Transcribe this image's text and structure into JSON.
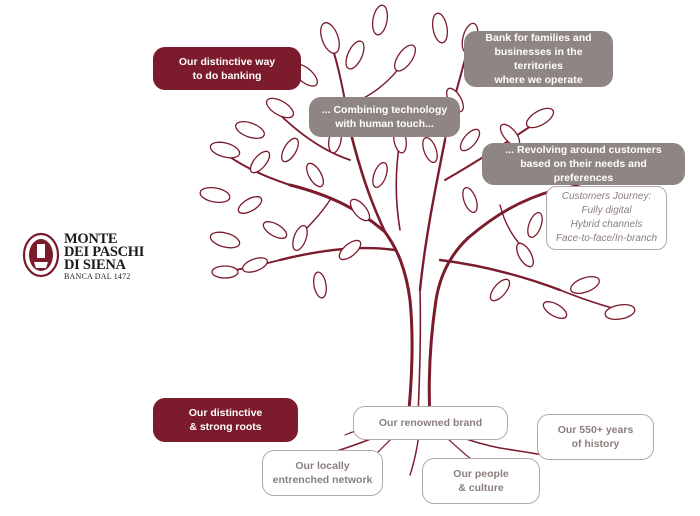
{
  "logo": {
    "line1": "MONTE",
    "line2": "DEI PASCHI",
    "line3": "DI SIENA",
    "line4": "BANCA DAL 1472"
  },
  "canopy": {
    "distinctive_way": "Our distinctive way\nto do banking",
    "combining_tech": "... Combining technology\nwith human touch...",
    "bank_families": "Bank for families and\nbusinesses in the territories\nwhere we operate",
    "revolving": "... Revolving around customers\nbased on their needs and preferences",
    "journey": "Customers Journey:\nFully digital\nHybrid channels\nFace-to-face/In-branch"
  },
  "roots": {
    "distinctive_roots": "Our distinctive\n& strong roots",
    "renowned_brand": "Our renowned brand",
    "years_history": "Our 550+ years\nof history",
    "local_network": "Our locally\nentrenched network",
    "people_culture": "Our people\n& culture"
  },
  "colors": {
    "maroon": "#7b1b2c",
    "grey": "#8f8582",
    "outline": "#b3a9a6"
  }
}
